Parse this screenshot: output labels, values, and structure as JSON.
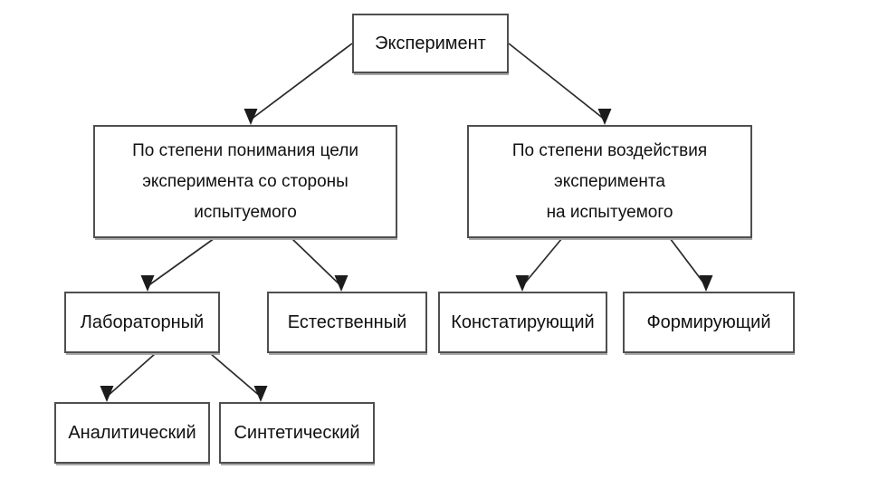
{
  "diagram": {
    "nodes": {
      "root": {
        "label": "Эксперимент"
      },
      "byGoal": {
        "lines": [
          "По степени понимания цели",
          "эксперимента со стороны",
          "испытуемого"
        ]
      },
      "byImpact": {
        "lines": [
          "По степени воздействия",
          "эксперимента",
          "на испытуемого"
        ]
      },
      "laboratory": {
        "label": "Лабораторный"
      },
      "natural": {
        "label": "Естественный"
      },
      "ascertaining": {
        "label": "Констатирующий"
      },
      "formative": {
        "label": "Формирующий"
      },
      "analytic": {
        "label": "Аналитический"
      },
      "synthetic": {
        "label": "Синтетический"
      }
    },
    "colors": {
      "background": "#ffffff",
      "box_border": "#4f4f4f",
      "connector": "#2b2b2b",
      "text": "#101010"
    }
  }
}
